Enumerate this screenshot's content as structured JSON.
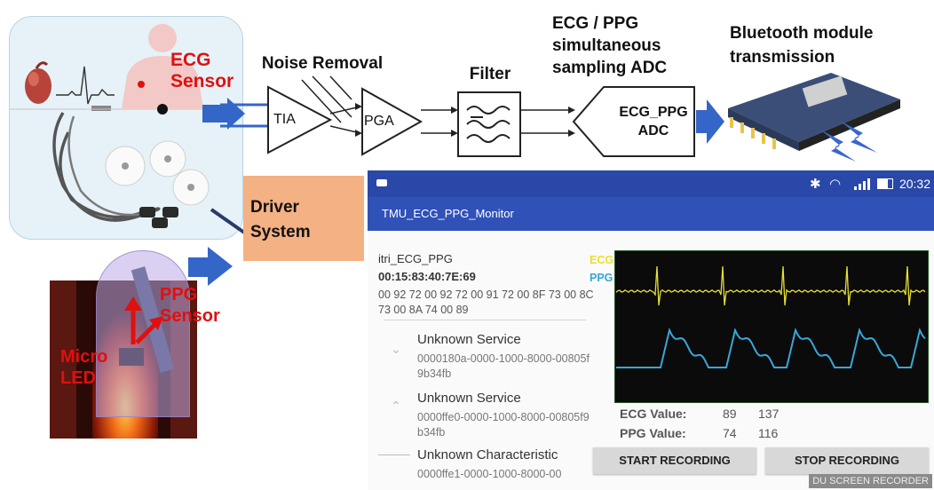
{
  "labels": {
    "ecg_sensor": "ECG Sensor",
    "ppg_sensor": "PPG Sensor",
    "micro_led": "Micro LED",
    "noise_removal": "Noise Removal",
    "tia": "TIA",
    "pga": "PGA",
    "filter": "Filter",
    "adc_title": "ECG / PPG simultaneous sampling ADC",
    "adc_box": "ECG_PPG ADC",
    "bluetooth": "Bluetooth module transmission",
    "driver_system": "Driver System"
  },
  "colors": {
    "sensor_panel_bg": "#e6f2f8",
    "arrow_blue": "#3466c8",
    "driver_box": "#f4b183",
    "appbar": "#3051b8",
    "statusbar": "#2a48a8",
    "ecg_trace": "#e8e030",
    "ppg_trace": "#3aa6d8",
    "red_text": "#e01010"
  },
  "phone": {
    "app_title": "TMU_ECG_PPG_Monitor",
    "time": "20:32",
    "device_name": "itri_ECG_PPG",
    "device_mac": "00:15:83:40:7E:69",
    "raw_hex": "00 92 72 00 92 72 00 91 72 00 8F 73 00 8C 73 00 8A 74 00 89",
    "services": [
      {
        "name": "Unknown Service",
        "uuid": "0000180a-0000-1000-8000-00805f9b34fb"
      },
      {
        "name": "Unknown Service",
        "uuid": "0000ffe0-0000-1000-8000-00805f9b34fb"
      },
      {
        "name": "Unknown Characteristic",
        "uuid": "0000ffe1-0000-1000-8000-00"
      }
    ],
    "legend_ecg": "ECG",
    "legend_ppg": "PPG",
    "ecg_label": "ECG Value:",
    "ecg_v1": "89",
    "ecg_v2": "137",
    "ppg_label": "PPG Value:",
    "ppg_v1": "74",
    "ppg_v2": "116",
    "start_btn": "START RECORDING",
    "stop_btn": "STOP RECORDING",
    "watermark": "DU SCREEN RECORDER"
  }
}
